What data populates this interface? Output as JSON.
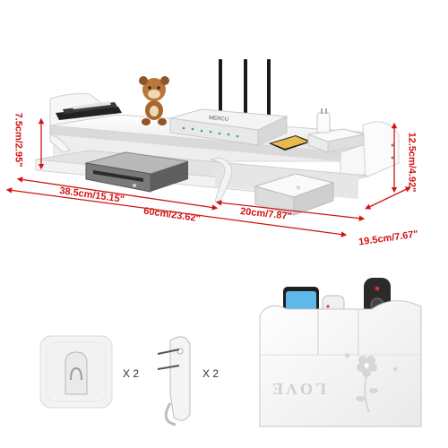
{
  "product": {
    "router_brand": "MERCU",
    "dimensions": {
      "left_height": "7.5cm/2.95\"",
      "right_height": "12.5cm/4.92\"",
      "left_width": "38.5cm/15.15\"",
      "total_width": "60cm/23.62\"",
      "right_width": "20cm/7.87\"",
      "depth": "19.5cm/7.67\""
    },
    "accessories": {
      "adhesive_hook_qty": "X 2",
      "wall_hook_qty": "X 2"
    },
    "remote_holder": {
      "carved_text": "LOVE"
    }
  },
  "colors": {
    "dimension_red": "#d21414",
    "shelf_white": "#f4f4f4"
  }
}
